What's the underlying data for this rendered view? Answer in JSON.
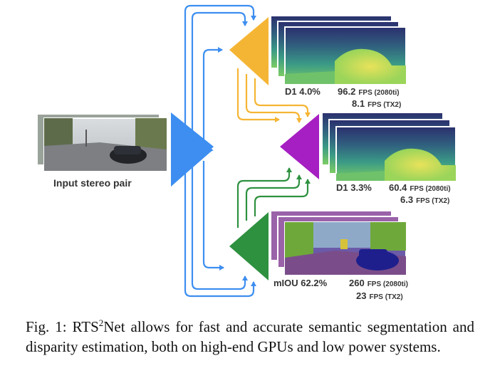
{
  "figure": {
    "input_label": "Input stereo pair",
    "disparity_fast": {
      "d1": "D1 4.0%",
      "fps1": "96.2",
      "unit1": "FPS (2080ti)",
      "fps2": "8.1",
      "unit2": "FPS (TX2)"
    },
    "disparity_slow": {
      "d1": "D1 3.3%",
      "fps1": "60.4",
      "unit1": "FPS (2080ti)",
      "fps2": "6.3",
      "unit2": "FPS (TX2)"
    },
    "semantic": {
      "miou": "mIOU 62.2%",
      "fps1": "260",
      "unit1": "FPS (2080ti)",
      "fps2": "23",
      "unit2": "FPS (TX2)"
    },
    "colors": {
      "input_head": "#3d8ef0",
      "disp_head_1": "#f5b534",
      "disp_head_2": "#a61fc2",
      "seg_head": "#2e9140"
    }
  },
  "caption": {
    "prefix": "Fig. 1: RTS",
    "sup": "2",
    "text": "Net allows for fast and accurate semantic segmentation and disparity estimation, both on high-end GPUs and low power systems."
  }
}
